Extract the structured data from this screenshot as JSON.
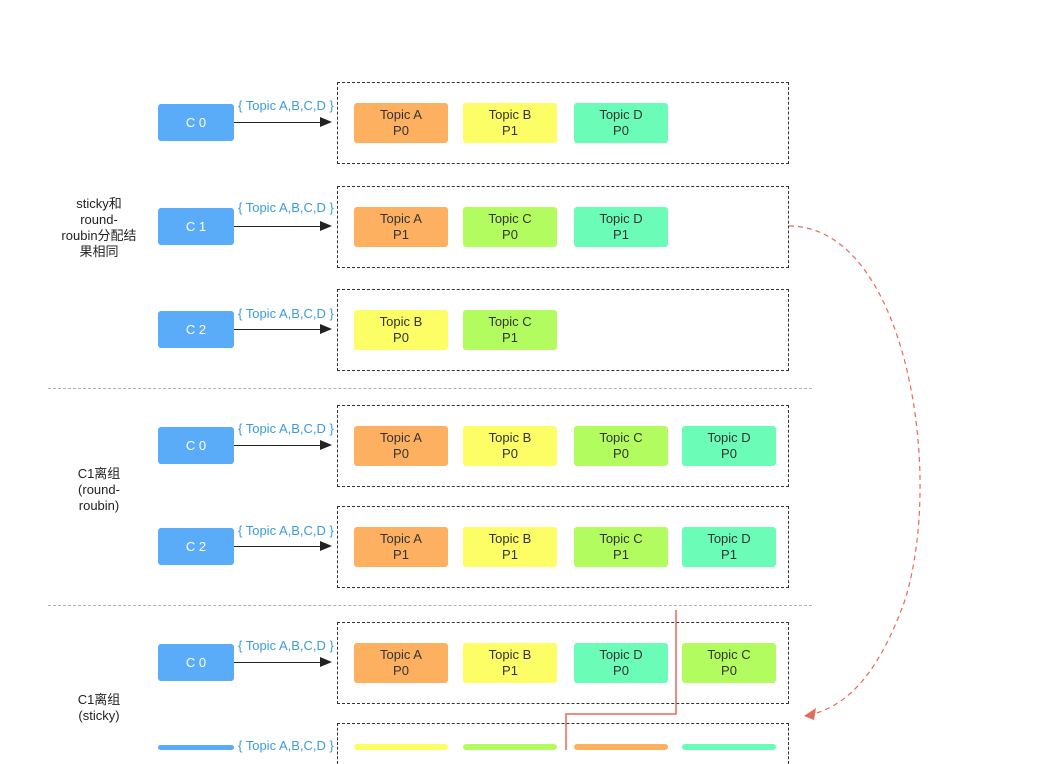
{
  "groups": [
    {
      "label_lines": [
        "sticky和",
        "round-",
        "roubin分配结",
        "果相同"
      ]
    },
    {
      "label_lines": [
        "C1离组",
        "(round-",
        "roubin)"
      ]
    },
    {
      "label_lines": [
        "C1离组",
        "(sticky)"
      ]
    }
  ],
  "subscription_label": "{ Topic A,B,C,D }",
  "rows": [
    {
      "consumer": "C 0",
      "partitions": [
        [
          "Topic A",
          "P0"
        ],
        [
          "Topic B",
          "P1"
        ],
        [
          "Topic D",
          "P0"
        ]
      ]
    },
    {
      "consumer": "C 1",
      "partitions": [
        [
          "Topic A",
          "P1"
        ],
        [
          "Topic C",
          "P0"
        ],
        [
          "Topic D",
          "P1"
        ]
      ]
    },
    {
      "consumer": "C 2",
      "partitions": [
        [
          "Topic B",
          "P0"
        ],
        [
          "Topic C",
          "P1"
        ]
      ]
    },
    {
      "consumer": "C 0",
      "partitions": [
        [
          "Topic A",
          "P0"
        ],
        [
          "Topic B",
          "P0"
        ],
        [
          "Topic C",
          "P0"
        ],
        [
          "Topic D",
          "P0"
        ]
      ]
    },
    {
      "consumer": "C 2",
      "partitions": [
        [
          "Topic A",
          "P1"
        ],
        [
          "Topic B",
          "P1"
        ],
        [
          "Topic C",
          "P1"
        ],
        [
          "Topic D",
          "P1"
        ]
      ]
    },
    {
      "consumer": "C 0",
      "partitions": [
        [
          "Topic A",
          "P0"
        ],
        [
          "Topic B",
          "P1"
        ],
        [
          "Topic D",
          "P0"
        ],
        [
          "Topic C",
          "P0"
        ]
      ]
    },
    {
      "consumer": "",
      "partitions": [
        [
          "",
          ""
        ],
        [
          "",
          ""
        ],
        [
          "",
          ""
        ],
        [
          "",
          ""
        ]
      ]
    }
  ],
  "colors": {
    "consumer": "#5aacf8",
    "topic_a": "#fdb160",
    "topic_b": "#fdfd66",
    "topic_c": "#b3fc5f",
    "topic_d": "#6bfdb7",
    "link_dashed": "#e8685a",
    "link_solid": "#e8685a"
  }
}
